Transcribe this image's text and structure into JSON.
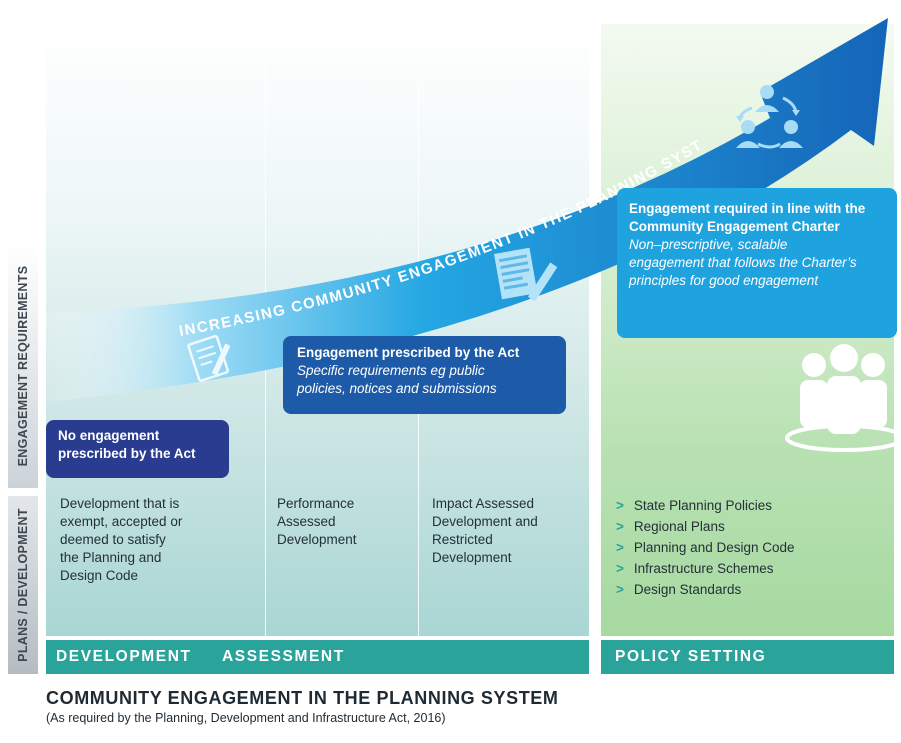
{
  "side_labels": {
    "engagement": "ENGAGEMENT REQUIREMENTS",
    "plans": "PLANS / DEVELOPMENT"
  },
  "arrow": {
    "label": "INCREASING COMMUNITY ENGAGEMENT IN THE PLANNING SYSTEM"
  },
  "boxes": {
    "none": {
      "title": "No engagement\nprescribed by the Act"
    },
    "prescribed": {
      "title": "Engagement prescribed by the Act",
      "subtitle": "Specific requirements eg public\npolicies, notices and submissions"
    },
    "charter": {
      "title": "Engagement required in line with the\nCommunity Engagement Charter",
      "subtitle": "Non–prescriptive, scalable\nengagement that follows the Charter’s\nprinciples for good engagement"
    }
  },
  "columns": {
    "exempt": "Development that is\nexempt, accepted or\ndeemed to satisfy\nthe Planning and\nDesign Code",
    "performance": "Performance\nAssessed\nDevelopment",
    "impact": "Impact Assessed\nDevelopment and\nRestricted\nDevelopment"
  },
  "policy_items": [
    "State Planning Policies",
    "Regional Plans",
    "Planning and Design Code",
    "Infrastructure Schemes",
    "Design Standards"
  ],
  "policy_bullet": ">",
  "bottom_bars": {
    "development": "DEVELOPMENT",
    "assessment": "ASSESSMENT",
    "policy": "POLICY SETTING"
  },
  "footer": {
    "title": "COMMUNITY ENGAGEMENT IN THE PLANNING SYSTEM",
    "subtitle": "(As required by the Planning, Development and Infrastructure Act, 2016)"
  },
  "icons": {
    "form": "form-icon",
    "document": "document-icon",
    "collaboration": "collaboration-icon",
    "people": "people-group-icon"
  },
  "colors": {
    "teal": "#2aa39a",
    "navy": "#2a3c8f",
    "blue": "#1d5aa7",
    "sky": "#1fa3df"
  }
}
